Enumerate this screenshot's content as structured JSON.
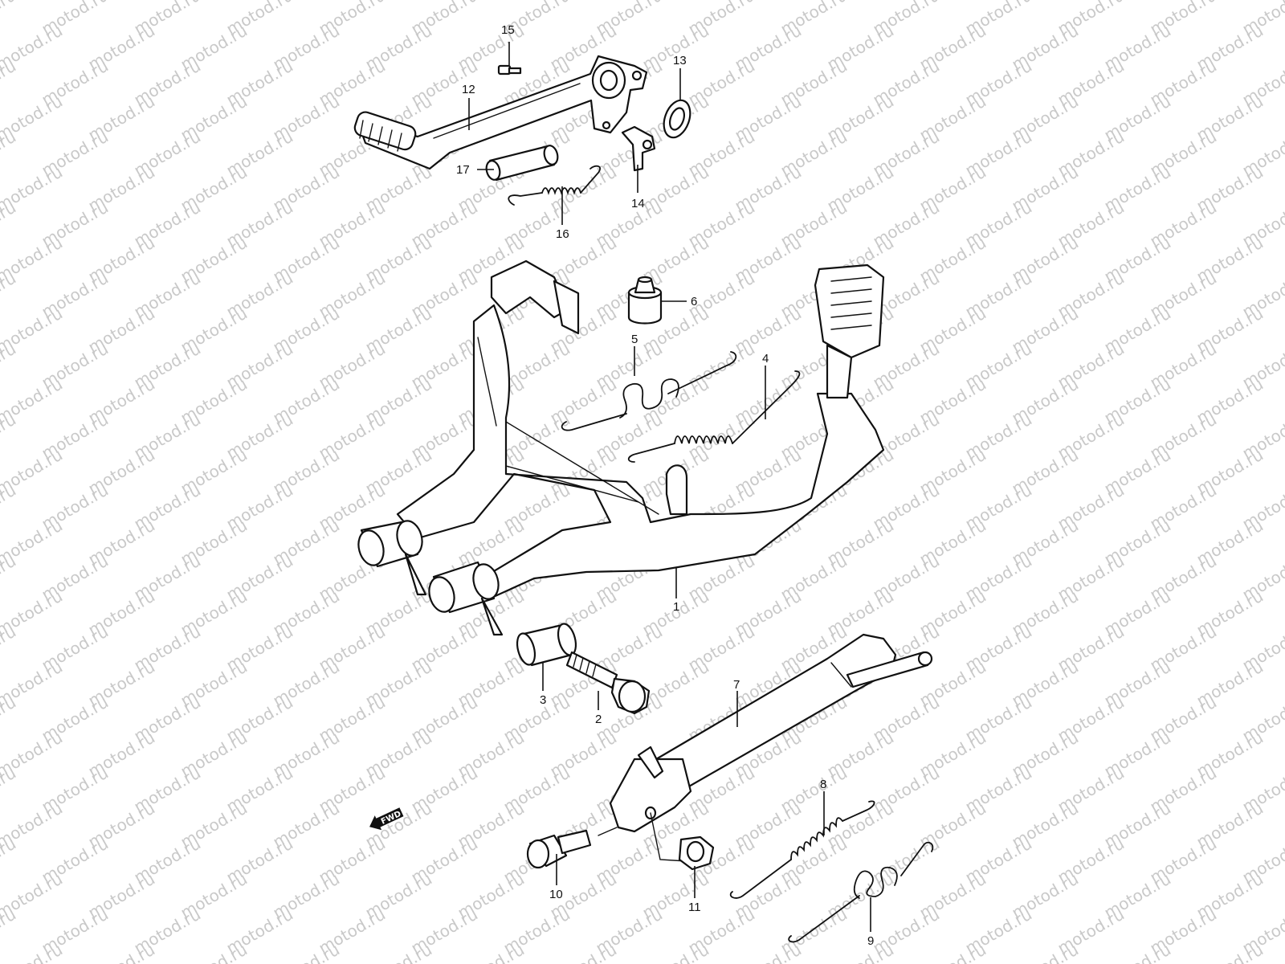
{
  "watermark": {
    "text": "motod.ru"
  },
  "fwd_label": "FWD",
  "callouts": {
    "p1": "1",
    "p2": "2",
    "p3": "3",
    "p4": "4",
    "p5": "5",
    "p6": "6",
    "p7": "7",
    "p8": "8",
    "p9": "9",
    "p10": "10",
    "p11": "11",
    "p12": "12",
    "p13": "13",
    "p14": "14",
    "p15": "15",
    "p16": "16",
    "p17": "17"
  }
}
